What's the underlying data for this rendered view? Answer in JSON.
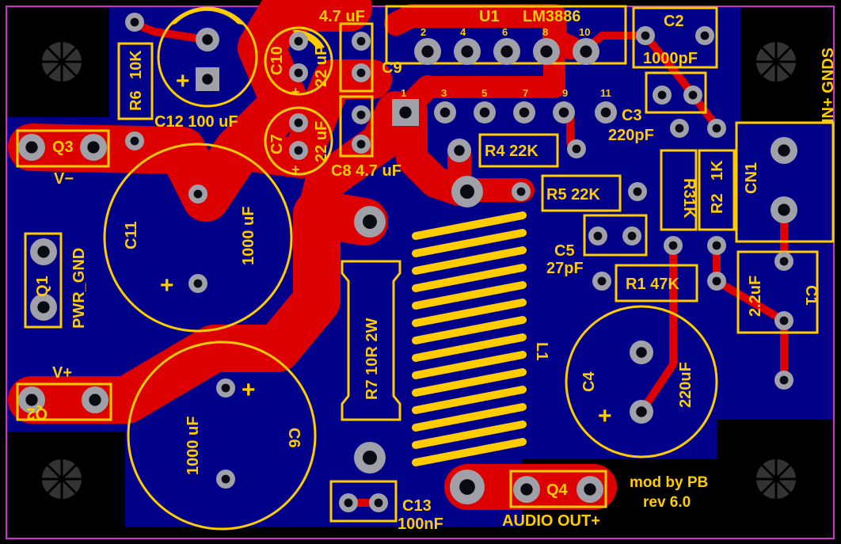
{
  "colors": {
    "background": "#000000",
    "outline": "#cc33cc",
    "copper_bottom": "#000088",
    "copper_top": "#dd0000",
    "silkscreen": "#ffcc00",
    "pad": "#a0a0a8",
    "hole": "#0a0a14",
    "mounting_hole": "#333333"
  },
  "icons": {
    "mounting_hole": "mounting-hole-icon",
    "through_hole_pad": "pad-icon"
  },
  "labels": {
    "u1_cap_value": "4.7 uF",
    "u1_ref": "U1",
    "u1_part": "LM3886",
    "c2_ref": "C2",
    "c2_value": "1000pF",
    "gnds": "IN+ GNDS",
    "r6_ref": "R6",
    "r6_value": "10K",
    "c10_ref": "C10",
    "c10_value": "22 uF",
    "c9_ref": "C9",
    "c12": "C12 100 uF",
    "q3": "Q3",
    "v_minus": "V−",
    "c7_ref": "C7",
    "c7_value": "22 uF",
    "c8": "C8 4.7 uF",
    "r4": "R4 22K",
    "c3_ref": "C3",
    "c3_value": "220pF",
    "r3_ref": "R3",
    "r3_value": "1K",
    "r2_ref": "R2",
    "r2_value": "1K",
    "cn1": "CN1",
    "r5": "R5 22K",
    "c11_ref": "C11",
    "c11_value": "1000 uF",
    "c5_ref": "C5",
    "c5_value": "27pF",
    "r1": "R1 47K",
    "q1": "Q1",
    "pwr_gnd": "PWR_GND",
    "c1_value": "2.2uF",
    "c1_ref": "C1",
    "r7": "R7 10R 2W",
    "l1": "L1",
    "c4_ref": "C4",
    "c4_value": "220uF",
    "v_plus": "V+",
    "q2": "Q2",
    "c6_value": "1000 uF",
    "c6_ref": "C6",
    "c13_ref": "C13",
    "c13_value": "100nF",
    "q4": "Q4",
    "audio_out": "AUDIO OUT+",
    "mod_by": "mod by PB",
    "rev": "rev 6.0",
    "pin_2": "2",
    "pin_4": "4",
    "pin_6": "6",
    "pin_8": "8",
    "pin_10": "10",
    "pin_1": "1",
    "pin_3": "3",
    "pin_5": "5",
    "pin_7": "7",
    "pin_9": "9",
    "pin_11": "11",
    "plus_sign": "+"
  }
}
